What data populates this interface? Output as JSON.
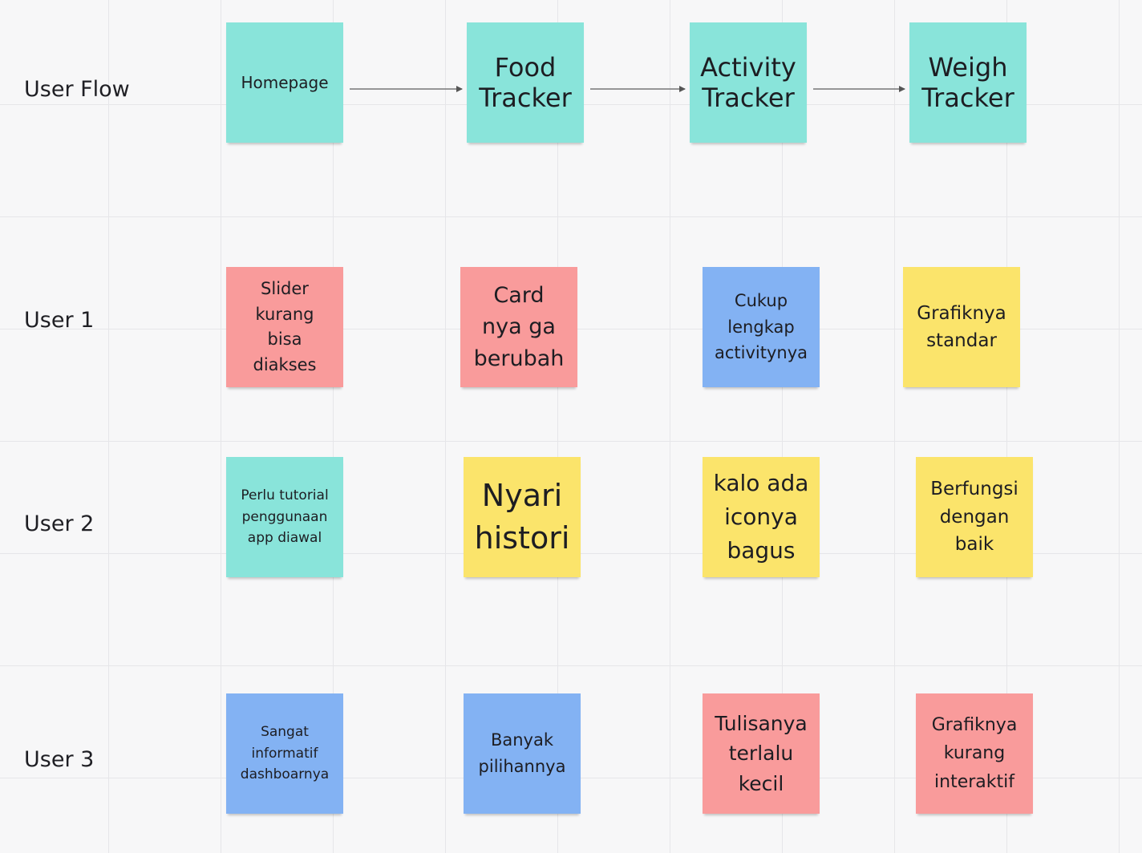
{
  "rows": {
    "flow": "User Flow",
    "user1": "User 1",
    "user2": "User 2",
    "user3": "User 3"
  },
  "flow_steps": [
    "Homepage",
    "Food Tracker",
    "Activity Tracker",
    "Weigh Tracker"
  ],
  "notes": {
    "user1": [
      "Slider kurang bisa diakses",
      "Card nya ga berubah",
      "Cukup lengkap activitynya",
      "Grafiknya standar"
    ],
    "user2": [
      "Perlu tutorial penggunaan app diawal",
      "Nyari histori",
      "kalo ada iconya bagus",
      "Berfungsi dengan baik"
    ],
    "user3": [
      "Sangat informatif dashboarnya",
      "Banyak pilihannya",
      "Tulisanya terlalu kecil",
      "Grafiknya kurang interaktif"
    ]
  },
  "colors": {
    "teal": "#89e4da",
    "pink": "#f99b9b",
    "blue": "#83b2f3",
    "yellow": "#fbe46b",
    "arrow": "#555555"
  }
}
